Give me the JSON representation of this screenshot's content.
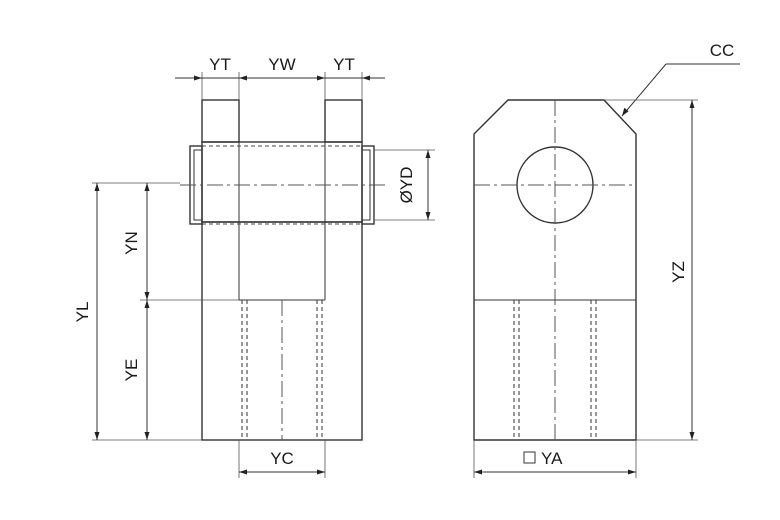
{
  "labels": {
    "yt_left": "YT",
    "yw": "YW",
    "yt_right": "YT",
    "cc": "CC",
    "yd": "ØYD",
    "yn": "YN",
    "yl": "YL",
    "ye": "YE",
    "yc": "YC",
    "ya": "YA",
    "yz": "YZ"
  }
}
